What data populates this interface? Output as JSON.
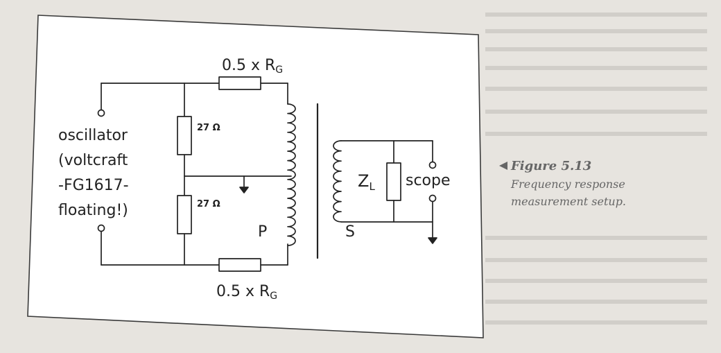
{
  "diagram": {
    "labels": {
      "top_resistor": "0.5 x R",
      "top_resistor_sub": "G",
      "bottom_resistor": "0.5 x R",
      "bottom_resistor_sub": "G",
      "upper_shunt": "27 Ω",
      "lower_shunt": "27 Ω",
      "source_line1": "oscillator",
      "source_line2": "(voltcraft",
      "source_line3": "-FG1617-",
      "source_line4": "floating!)",
      "primary": "P",
      "secondary": "S",
      "load": "Z",
      "load_sub": "L",
      "scope": "scope"
    }
  },
  "caption": {
    "figure": "Figure 5.13",
    "line1": "Frequency response",
    "line2": "measurement setup."
  }
}
